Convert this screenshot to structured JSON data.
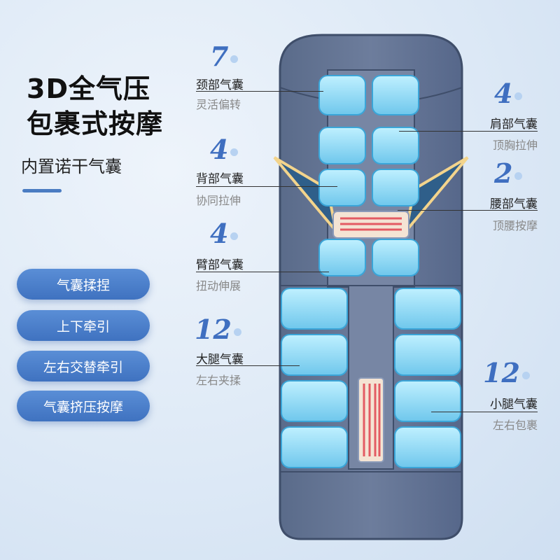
{
  "headline": {
    "line1": "3D全气压",
    "line2": "包裹式按摩"
  },
  "subheading": "内置诺干气囊",
  "features": [
    "气囊揉捏",
    "上下牵引",
    "左右交替牵引",
    "气囊挤压按摩"
  ],
  "zones": {
    "neck": {
      "count": "7",
      "name": "颈部气囊",
      "desc": "灵活偏转"
    },
    "back": {
      "count": "4",
      "name": "背部气囊",
      "desc": "协同拉伸"
    },
    "arm": {
      "count": "4",
      "name": "臂部气囊",
      "desc": "扭动伸展"
    },
    "thigh": {
      "count": "12",
      "name": "大腿气囊",
      "desc": "左右夹揉"
    },
    "shoulder": {
      "count": "4",
      "name": "肩部气囊",
      "desc": "顶胸拉伸"
    },
    "waist": {
      "count": "2",
      "name": "腰部气囊",
      "desc": "顶腰按摩"
    },
    "calf": {
      "count": "12",
      "name": "小腿气囊",
      "desc": "左右包裹"
    }
  },
  "colors": {
    "accent": "#4a7cc2",
    "pad": "#4a5a78",
    "airbag": "#8ed6f2",
    "heater": "#e35b63"
  }
}
